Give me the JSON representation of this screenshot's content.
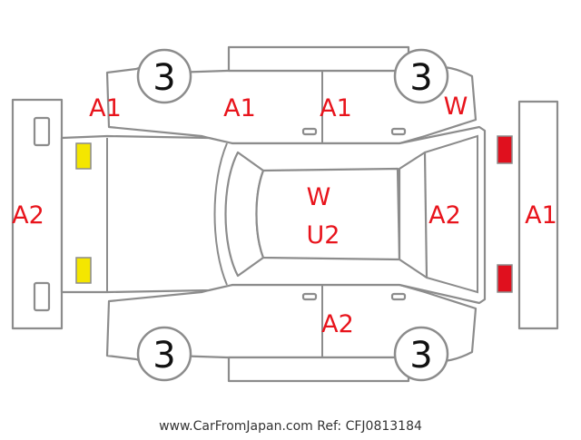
{
  "colors": {
    "damage_label": "#e8141c",
    "outline": "#8c8c8c",
    "front_lamp": "#f4e600",
    "rear_lamp": "#e0101e"
  },
  "tires": [
    "3",
    "3",
    "3",
    "3"
  ],
  "labels": {
    "front_bumper": "A2",
    "front_left_fender": "A1",
    "left_front_door": "A1",
    "left_rear_door": "A1",
    "left_rear_quarter": "W",
    "roof_line1": "W",
    "roof_line2": "U2",
    "rear_window": "A2",
    "rear_bumper": "A1",
    "right_rear_door": "A2"
  },
  "footer": "www.CarFromJapan.com Ref: CFJ0813184"
}
